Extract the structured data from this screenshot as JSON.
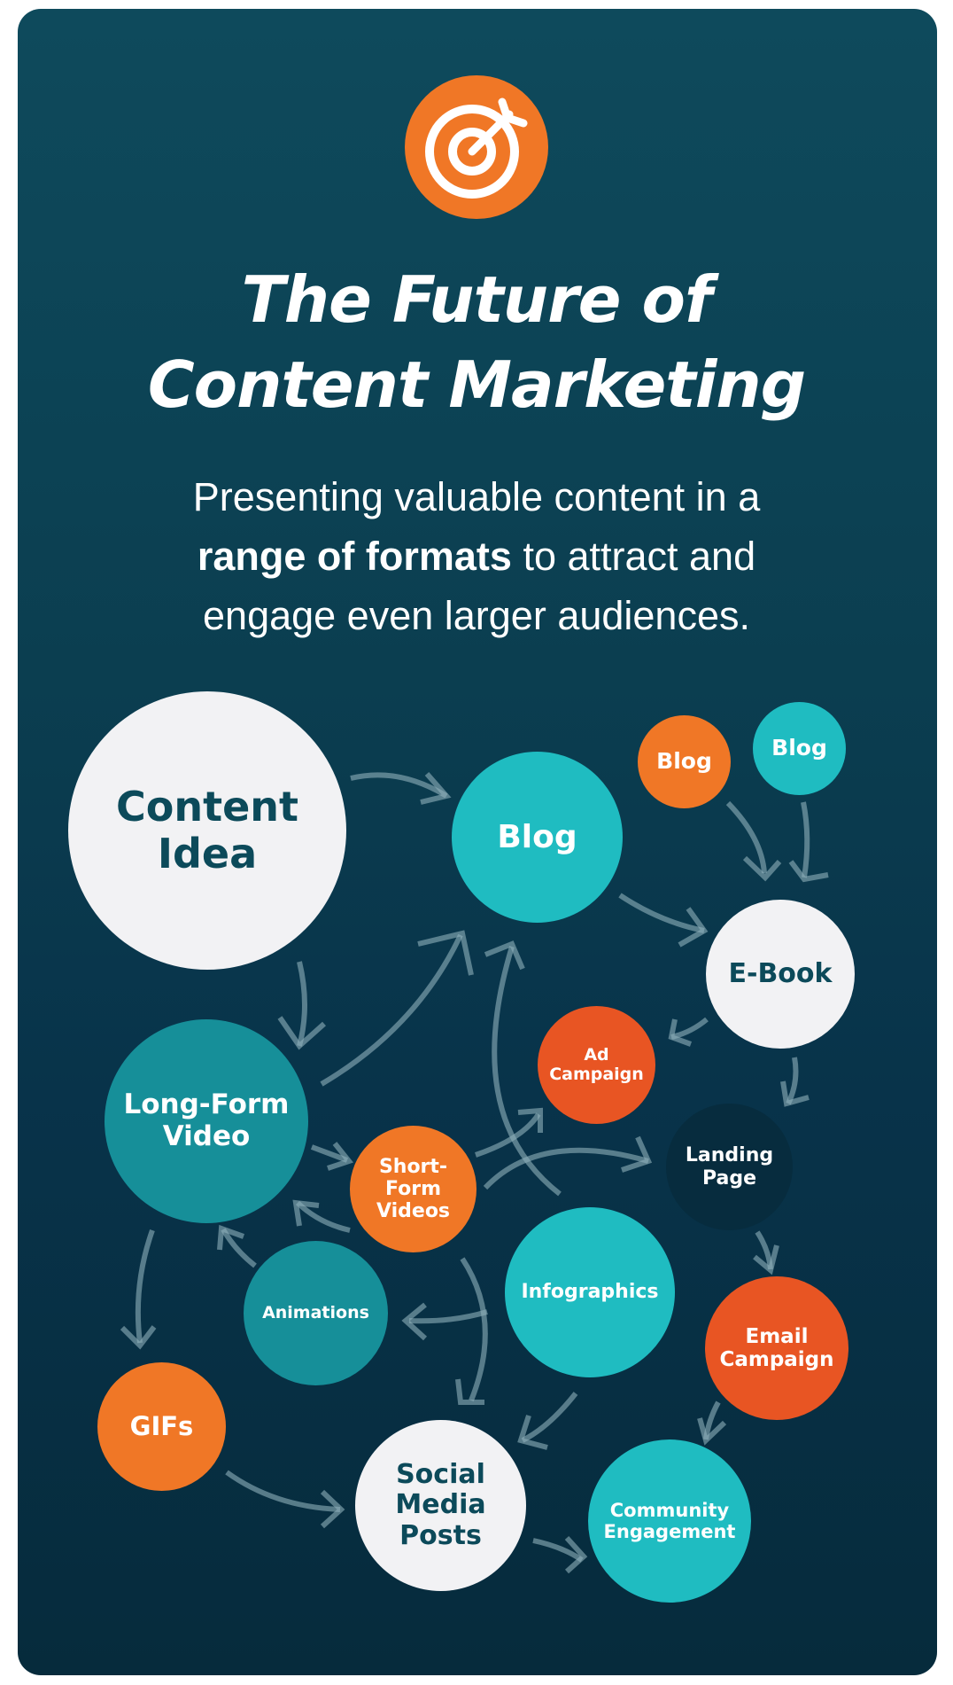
{
  "header": {
    "icon": "target-icon",
    "title_line1": "The Future of",
    "title_line2": "Content Marketing",
    "subtitle_line1": "Presenting valuable content in a",
    "subtitle_bold": "range of formats",
    "subtitle_line2_rest": " to attract and",
    "subtitle_line3": "engage even larger audiences."
  },
  "colors": {
    "background_top": "#0e4a5c",
    "background_bottom": "#062b3c",
    "orange": "#f07726",
    "red_orange": "#e85523",
    "teal": "#1fbcc1",
    "dark_teal": "#168f99",
    "white": "#f2f2f4",
    "navy": "#072c3e",
    "arrow": "#7a9aa6"
  },
  "nodes": {
    "content_idea": {
      "line1": "Content",
      "line2": "Idea"
    },
    "blog_main": {
      "label": "Blog"
    },
    "blog_orange": {
      "label": "Blog"
    },
    "blog_teal_small": {
      "label": "Blog"
    },
    "ebook": {
      "label": "E-Book"
    },
    "ad_campaign": {
      "line1": "Ad",
      "line2": "Campaign"
    },
    "long_form_video": {
      "line1": "Long-Form",
      "line2": "Video"
    },
    "short_form_videos": {
      "line1": "Short-",
      "line2": "Form",
      "line3": "Videos"
    },
    "landing_page": {
      "line1": "Landing",
      "line2": "Page"
    },
    "animations": {
      "label": "Animations"
    },
    "infographics": {
      "label": "Infographics"
    },
    "email_campaign": {
      "line1": "Email",
      "line2": "Campaign"
    },
    "gifs": {
      "label": "GIFs"
    },
    "social_media_posts": {
      "line1": "Social",
      "line2": "Media",
      "line3": "Posts"
    },
    "community_engagement": {
      "line1": "Community",
      "line2": "Engagement"
    }
  },
  "edges": [
    {
      "from": "Content Idea",
      "to": "Blog"
    },
    {
      "from": "Content Idea",
      "to": "Long-Form Video"
    },
    {
      "from": "Blog (orange)",
      "to": "E-Book"
    },
    {
      "from": "Blog (teal small)",
      "to": "E-Book"
    },
    {
      "from": "Blog",
      "to": "E-Book"
    },
    {
      "from": "E-Book",
      "to": "Ad Campaign"
    },
    {
      "from": "E-Book",
      "to": "Landing Page"
    },
    {
      "from": "Long-Form Video",
      "to": "Blog"
    },
    {
      "from": "Long-Form Video",
      "to": "Short-Form Videos"
    },
    {
      "from": "Long-Form Video",
      "to": "GIFs"
    },
    {
      "from": "Short-Form Videos",
      "to": "Long-Form Video"
    },
    {
      "from": "Short-Form Videos",
      "to": "Ad Campaign"
    },
    {
      "from": "Short-Form Videos",
      "to": "Landing Page"
    },
    {
      "from": "Short-Form Videos",
      "to": "Social Media Posts"
    },
    {
      "from": "Infographics",
      "to": "Blog"
    },
    {
      "from": "Infographics",
      "to": "Animations"
    },
    {
      "from": "Infographics",
      "to": "Social Media Posts"
    },
    {
      "from": "Animations",
      "to": "Long-Form Video"
    },
    {
      "from": "Landing Page",
      "to": "Email Campaign"
    },
    {
      "from": "Email Campaign",
      "to": "Community Engagement"
    },
    {
      "from": "GIFs",
      "to": "Social Media Posts"
    },
    {
      "from": "Social Media Posts",
      "to": "Community Engagement"
    }
  ]
}
